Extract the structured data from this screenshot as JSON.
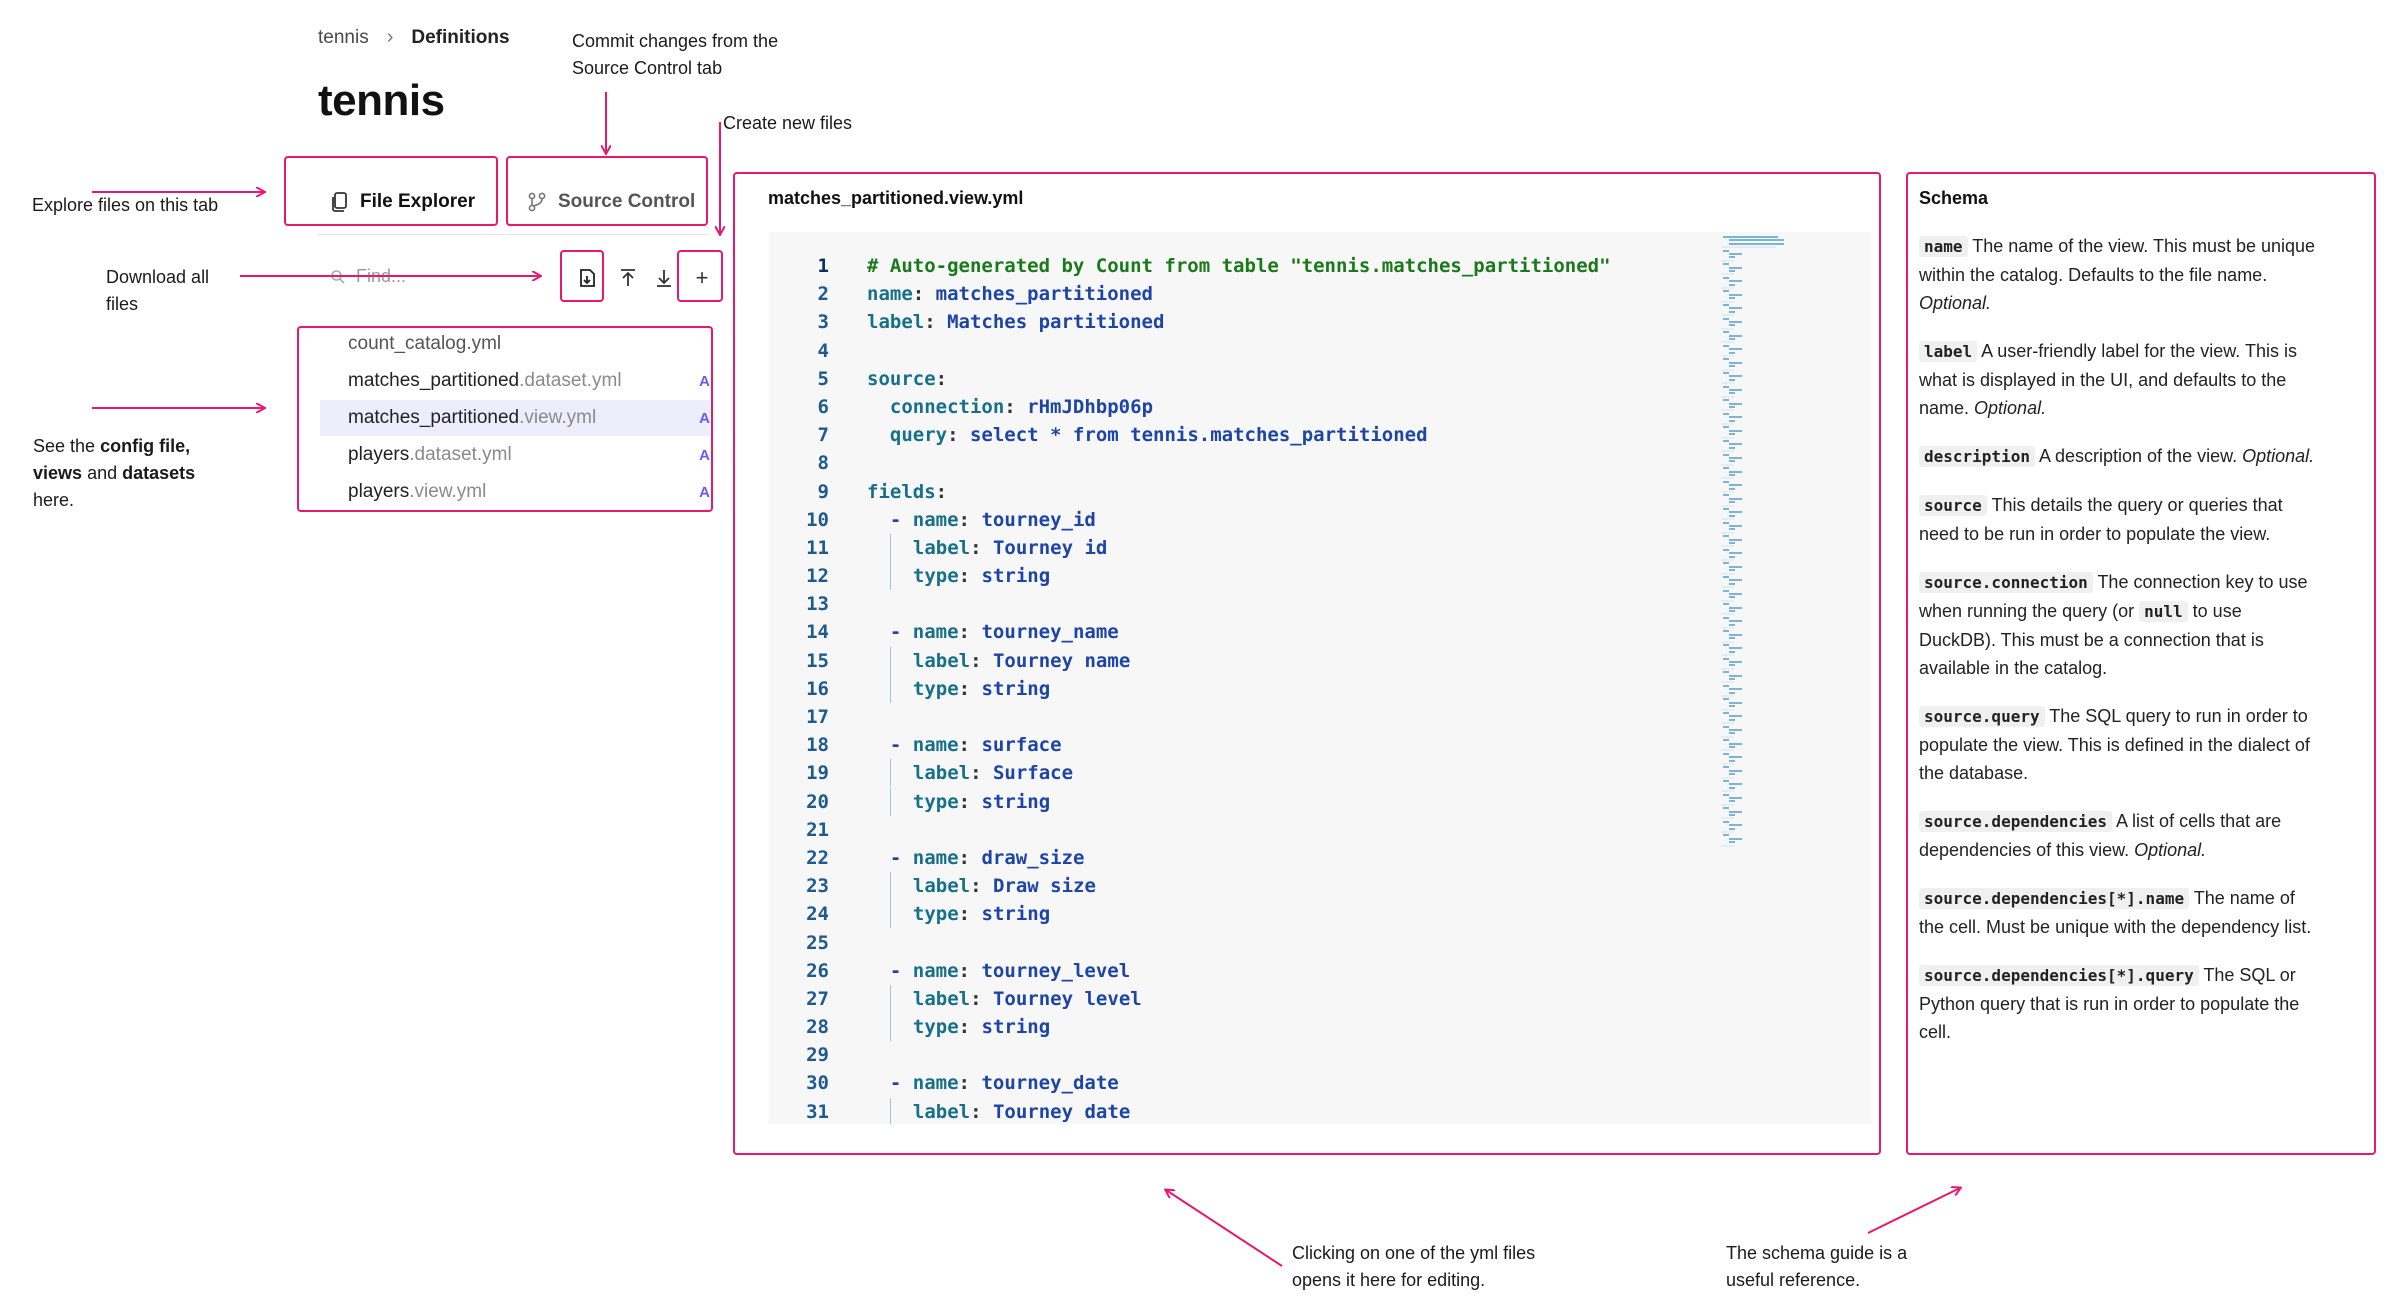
{
  "breadcrumb": {
    "parent": "tennis",
    "current": "Definitions"
  },
  "page_title": "tennis",
  "tabs": [
    {
      "label": "File Explorer",
      "icon": "file-copy-icon",
      "active": true
    },
    {
      "label": "Source Control",
      "icon": "git-branch-icon",
      "active": false
    }
  ],
  "search": {
    "placeholder": "Find..."
  },
  "toolbar": {
    "download_all": "download-all-icon",
    "upload": "upload-icon",
    "download": "download-icon",
    "new_file": "+"
  },
  "files": [
    {
      "base": "count_catalog",
      "ext": ".yml",
      "status": ""
    },
    {
      "base": "matches_partitioned",
      "ext": ".dataset.yml",
      "status": "A"
    },
    {
      "base": "matches_partitioned",
      "ext": ".view.yml",
      "status": "A",
      "selected": true
    },
    {
      "base": "players",
      "ext": ".dataset.yml",
      "status": "A"
    },
    {
      "base": "players",
      "ext": ".view.yml",
      "status": "A"
    }
  ],
  "editor": {
    "filename": "matches_partitioned.view.yml",
    "lines": [
      {
        "n": "1",
        "indent": 0,
        "cmt": "# Auto-generated by Count from table \"tennis.matches_partitioned\""
      },
      {
        "n": "2",
        "indent": 0,
        "key": "name",
        "val": "matches_partitioned"
      },
      {
        "n": "3",
        "indent": 0,
        "key": "label",
        "val": "Matches partitioned"
      },
      {
        "n": "4",
        "indent": 0
      },
      {
        "n": "5",
        "indent": 0,
        "key": "source",
        "val": ""
      },
      {
        "n": "6",
        "indent": 1,
        "key": "connection",
        "val": "rHmJDhbp06p"
      },
      {
        "n": "7",
        "indent": 1,
        "key": "query",
        "val": "select * from tennis.matches_partitioned"
      },
      {
        "n": "8",
        "indent": 0
      },
      {
        "n": "9",
        "indent": 0,
        "key": "fields",
        "val": ""
      },
      {
        "n": "10",
        "indent": 1,
        "dash": true,
        "key": "name",
        "val": "tourney_id"
      },
      {
        "n": "11",
        "indent": 2,
        "key": "label",
        "val": "Tourney id"
      },
      {
        "n": "12",
        "indent": 2,
        "key": "type",
        "val": "string"
      },
      {
        "n": "13",
        "indent": 0
      },
      {
        "n": "14",
        "indent": 1,
        "dash": true,
        "key": "name",
        "val": "tourney_name"
      },
      {
        "n": "15",
        "indent": 2,
        "key": "label",
        "val": "Tourney name"
      },
      {
        "n": "16",
        "indent": 2,
        "key": "type",
        "val": "string"
      },
      {
        "n": "17",
        "indent": 0
      },
      {
        "n": "18",
        "indent": 1,
        "dash": true,
        "key": "name",
        "val": "surface"
      },
      {
        "n": "19",
        "indent": 2,
        "key": "label",
        "val": "Surface"
      },
      {
        "n": "20",
        "indent": 2,
        "key": "type",
        "val": "string"
      },
      {
        "n": "21",
        "indent": 0
      },
      {
        "n": "22",
        "indent": 1,
        "dash": true,
        "key": "name",
        "val": "draw_size"
      },
      {
        "n": "23",
        "indent": 2,
        "key": "label",
        "val": "Draw size"
      },
      {
        "n": "24",
        "indent": 2,
        "key": "type",
        "val": "string"
      },
      {
        "n": "25",
        "indent": 0
      },
      {
        "n": "26",
        "indent": 1,
        "dash": true,
        "key": "name",
        "val": "tourney_level"
      },
      {
        "n": "27",
        "indent": 2,
        "key": "label",
        "val": "Tourney level"
      },
      {
        "n": "28",
        "indent": 2,
        "key": "type",
        "val": "string"
      },
      {
        "n": "29",
        "indent": 0
      },
      {
        "n": "30",
        "indent": 1,
        "dash": true,
        "key": "name",
        "val": "tourney_date"
      },
      {
        "n": "31",
        "indent": 2,
        "key": "label",
        "val": "Tourney date"
      }
    ]
  },
  "schema": {
    "title": "Schema",
    "items": [
      {
        "code": "name",
        "text": "The name of the view. This must be unique within the catalog. Defaults to the file name.",
        "optional": "Optional."
      },
      {
        "code": "label",
        "text": "A user-friendly label for the view. This is what is displayed in the UI, and defaults to the name.",
        "optional": "Optional."
      },
      {
        "code": "description",
        "text": "A description of the view.",
        "optional": "Optional."
      },
      {
        "code": "source",
        "text": "This details the query or queries that need to be run in order to populate the view.",
        "optional": ""
      },
      {
        "code": "source.connection",
        "text": "The connection key to use when running the query (or",
        "code2": "null",
        "text2": "to use DuckDB). This must be a connection that is available in the catalog.",
        "optional": ""
      },
      {
        "code": "source.query",
        "text": "The SQL query to run in order to populate the view. This is defined in the dialect of the database.",
        "optional": ""
      },
      {
        "code": "source.dependencies",
        "text": "A list of cells that are dependencies of this view.",
        "optional": "Optional."
      },
      {
        "code": "source.dependencies[*].name",
        "text": "The name of the cell. Must be unique with the dependency list.",
        "optional": ""
      },
      {
        "code": "source.dependencies[*].query",
        "text": "The SQL or Python query that is run in order to populate the cell.",
        "optional": ""
      }
    ]
  },
  "annotations": {
    "commit": "Commit changes from the Source Control tab",
    "create": "Create new files",
    "explore": "Explore files on this tab",
    "download": "Download all files",
    "see_pre": "See the",
    "see_config": "config file,",
    "see_views": "views",
    "see_and": "and",
    "see_datasets": "datasets",
    "see_post": "here.",
    "editing": "Clicking on one of the yml files opens it here for editing.",
    "schema_ref": "The schema guide is a useful reference."
  },
  "colors": {
    "annotation": "#e8186f",
    "accent": "#6a5cf0",
    "selected_bg": "#eeedfb"
  }
}
